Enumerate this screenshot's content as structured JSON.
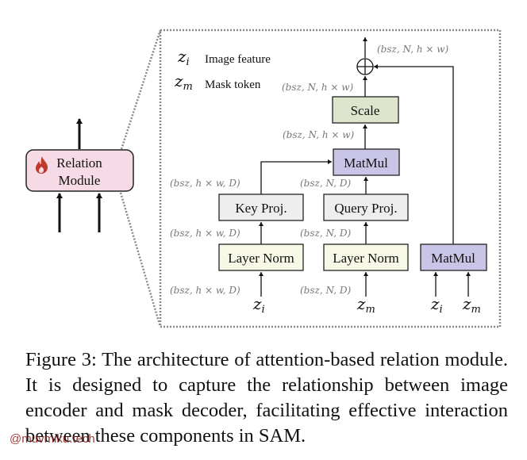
{
  "relation_module": {
    "line1": "Relation",
    "line2": "Module",
    "icon": "fire-icon",
    "fill": "#f6dbe6",
    "icon_color": "#c0392b"
  },
  "legend": [
    {
      "symbol": "z",
      "sub": "i",
      "label": "Image feature"
    },
    {
      "symbol": "z",
      "sub": "m",
      "label": "Mask token"
    }
  ],
  "boxes": {
    "scale": {
      "label": "Scale",
      "fill": "#dde6cc"
    },
    "matmul_top": {
      "label": "MatMul",
      "fill": "#c9c5e6"
    },
    "key_proj": {
      "label": "Key Proj.",
      "fill": "#eeeeee"
    },
    "query_proj": {
      "label": "Query Proj.",
      "fill": "#eeeeee"
    },
    "layernorm_left": {
      "label": "Layer Norm",
      "fill": "#f8f8e6"
    },
    "layernorm_right": {
      "label": "Layer Norm",
      "fill": "#f8f8e6"
    },
    "matmul_right": {
      "label": "MatMul",
      "fill": "#c9c5e6"
    }
  },
  "shapes": {
    "output": "(bsz, N, h × w)",
    "scale_out": "(bsz, N, h × w)",
    "matmul_out": "(bsz, N, h × w)",
    "key_proj_out": "(bsz, h × w, D)",
    "query_proj_out": "(bsz, N, D)",
    "ln_left_out": "(bsz, h × w, D)",
    "ln_right_out": "(bsz, N, D)",
    "input_left": "(bsz, h × w, D)",
    "input_right": "(bsz, N, D)"
  },
  "inputs": {
    "ln_left": {
      "symbol": "z",
      "sub": "i"
    },
    "ln_right": {
      "symbol": "z",
      "sub": "m"
    },
    "matmul_a": {
      "symbol": "z",
      "sub": "i"
    },
    "matmul_b": {
      "symbol": "z",
      "sub": "m"
    }
  },
  "add_symbol": "⊕",
  "caption": "Figure 3: The architecture of attention-based relation module. It is designed to capture the relationship between image encoder and mask decoder, facilitating effective interaction between these components in SAM.",
  "watermark": "@muvmiku.tech"
}
